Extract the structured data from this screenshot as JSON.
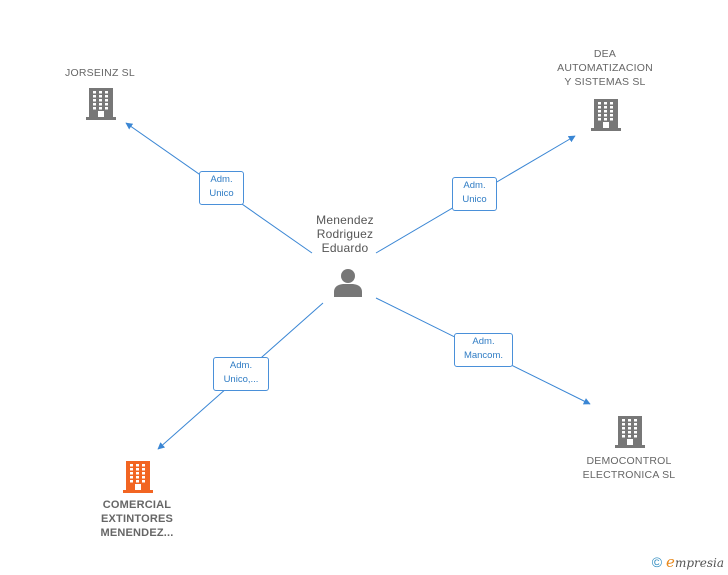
{
  "center": {
    "label_lines": [
      "Menendez",
      "Rodriguez",
      "Eduardo"
    ]
  },
  "nodes": [
    {
      "id": "jorseinz",
      "label_lines": [
        "JORSEINZ SL"
      ]
    },
    {
      "id": "dea",
      "label_lines": [
        "DEA",
        "AUTOMATIZACION",
        "Y SISTEMAS SL"
      ]
    },
    {
      "id": "democontrol",
      "label_lines": [
        "DEMOCONTROL",
        "ELECTRONICA SL"
      ]
    },
    {
      "id": "comercial",
      "label_lines": [
        "COMERCIAL",
        "EXTINTORES",
        "MENENDEZ..."
      ]
    }
  ],
  "edges": [
    {
      "id": "e-jorseinz",
      "label_lines": [
        "Adm.",
        "Unico"
      ]
    },
    {
      "id": "e-dea",
      "label_lines": [
        "Adm.",
        "Unico"
      ]
    },
    {
      "id": "e-democontrol",
      "label_lines": [
        "Adm.",
        "Mancom."
      ]
    },
    {
      "id": "e-comercial",
      "label_lines": [
        "Adm.",
        "Unico,..."
      ]
    }
  ],
  "colors": {
    "edge": "#3a86d4",
    "icon": "#777777",
    "highlight": "#f26522"
  },
  "brand": {
    "symbol": "©",
    "name_first": "e",
    "name_rest": "mpresia"
  }
}
